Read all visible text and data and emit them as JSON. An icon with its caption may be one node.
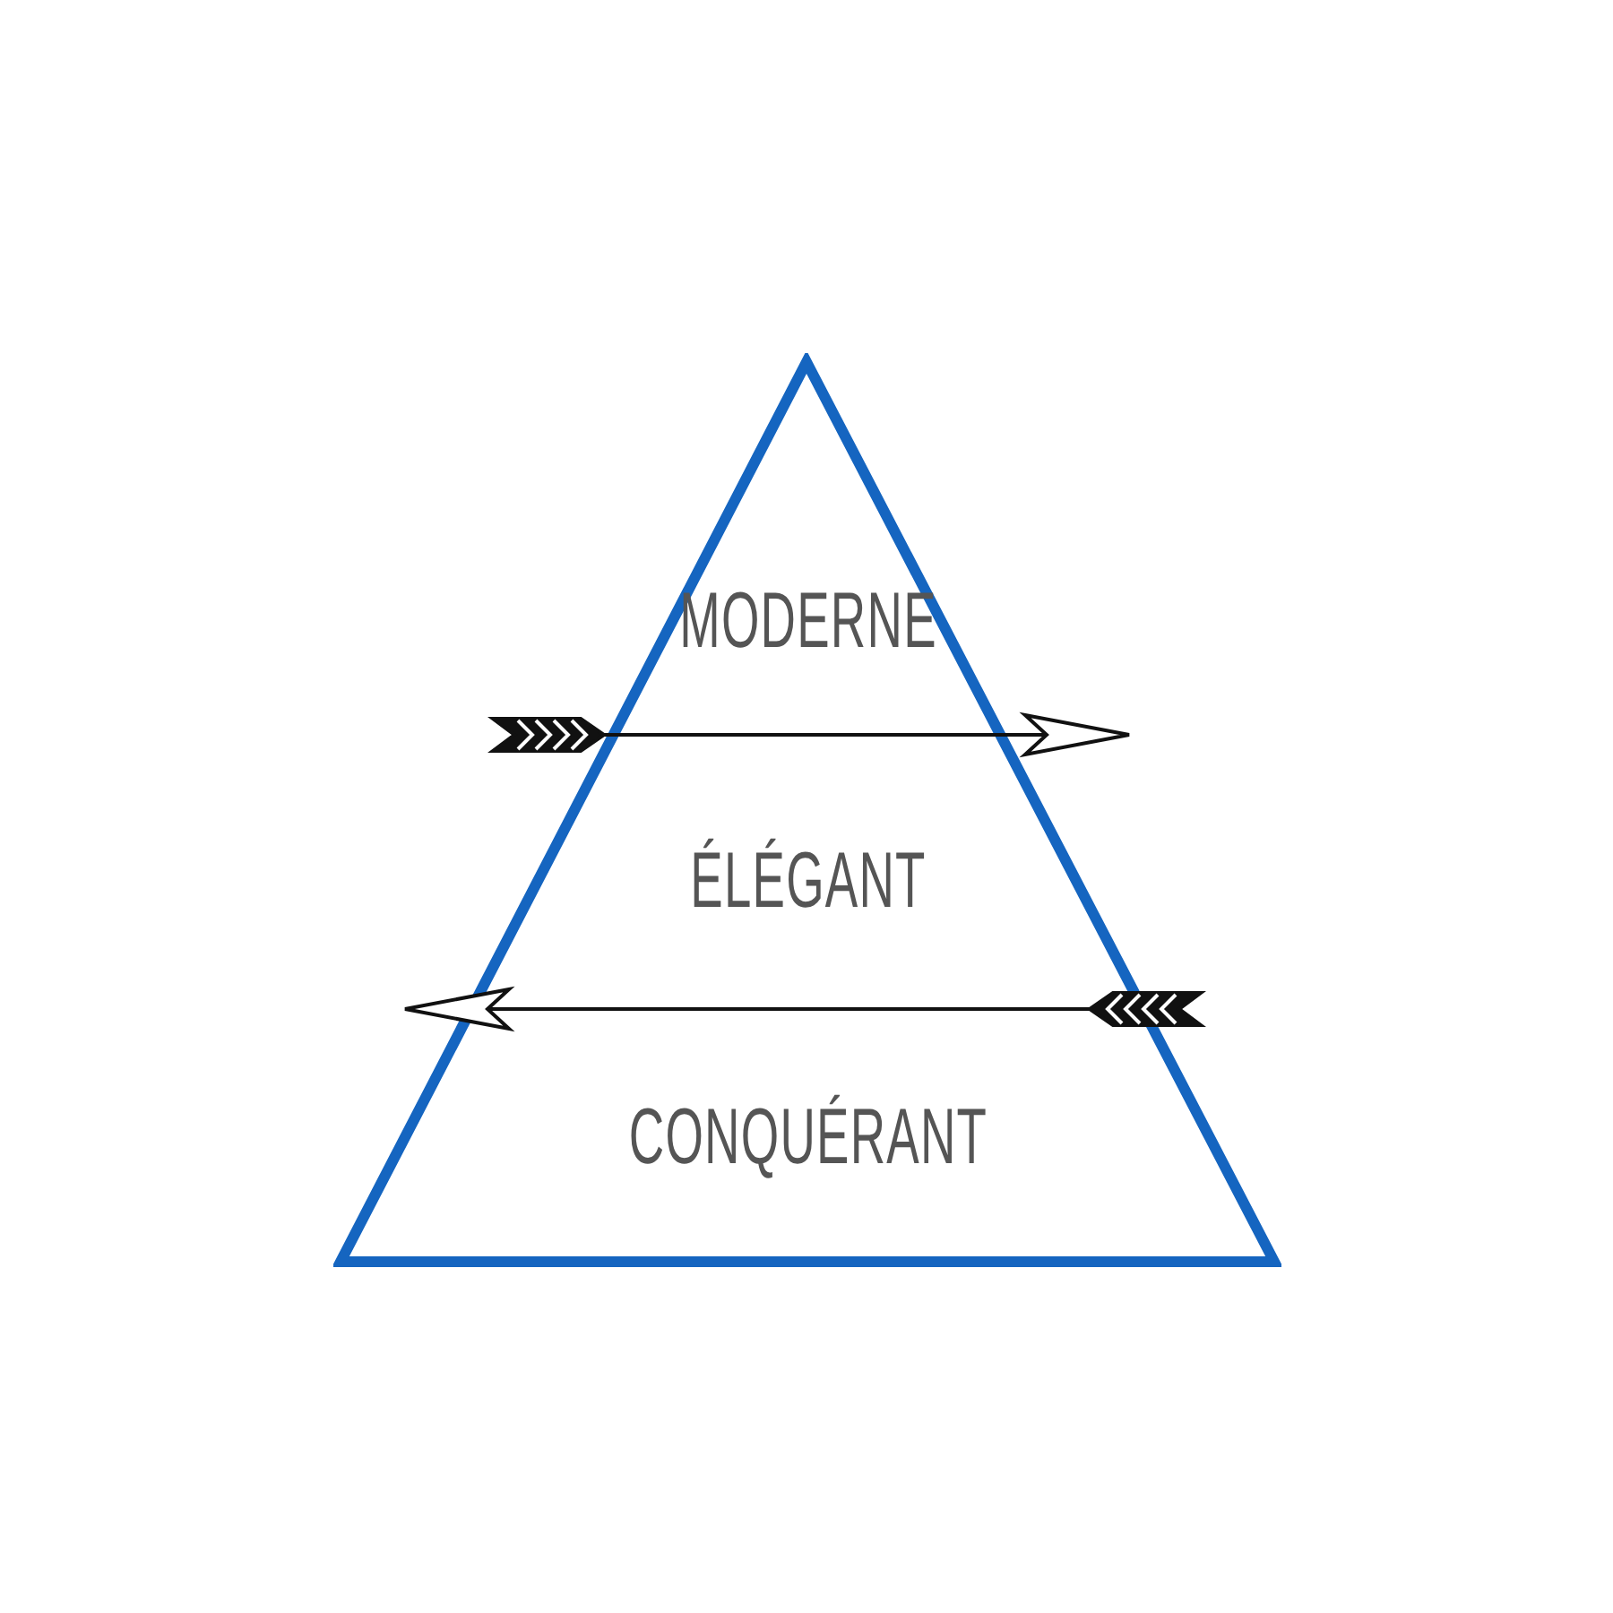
{
  "diagram": {
    "nodes": [
      {
        "text": [
          "MODERNE",
          "ÉLÉGANT",
          "CONQUÉRANT"
        ]
      }
    ]
  }
}
